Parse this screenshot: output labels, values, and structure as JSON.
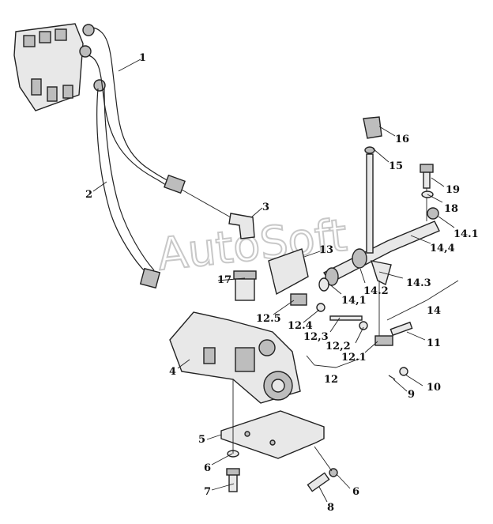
{
  "watermark": "AutoSoft",
  "labels": {
    "l1": "1",
    "l2": "2",
    "l3": "3",
    "l4": "4",
    "l5": "5",
    "l6a": "6",
    "l6b": "6",
    "l7": "7",
    "l8": "8",
    "l9": "9",
    "l10": "10",
    "l11": "11",
    "l12": "12",
    "l12_1": "12.1",
    "l12_2": "12,2",
    "l12_3": "12,3",
    "l12_4": "12.4",
    "l12_5": "12.5",
    "l13": "13",
    "l14": "14",
    "l14_1a": "14,1",
    "l14_1b": "14.1",
    "l14_2": "14.2",
    "l14_3": "14.3",
    "l14_4": "14,4",
    "l15": "15",
    "l16": "16",
    "l17": "17",
    "l18": "18",
    "l19": "19"
  }
}
